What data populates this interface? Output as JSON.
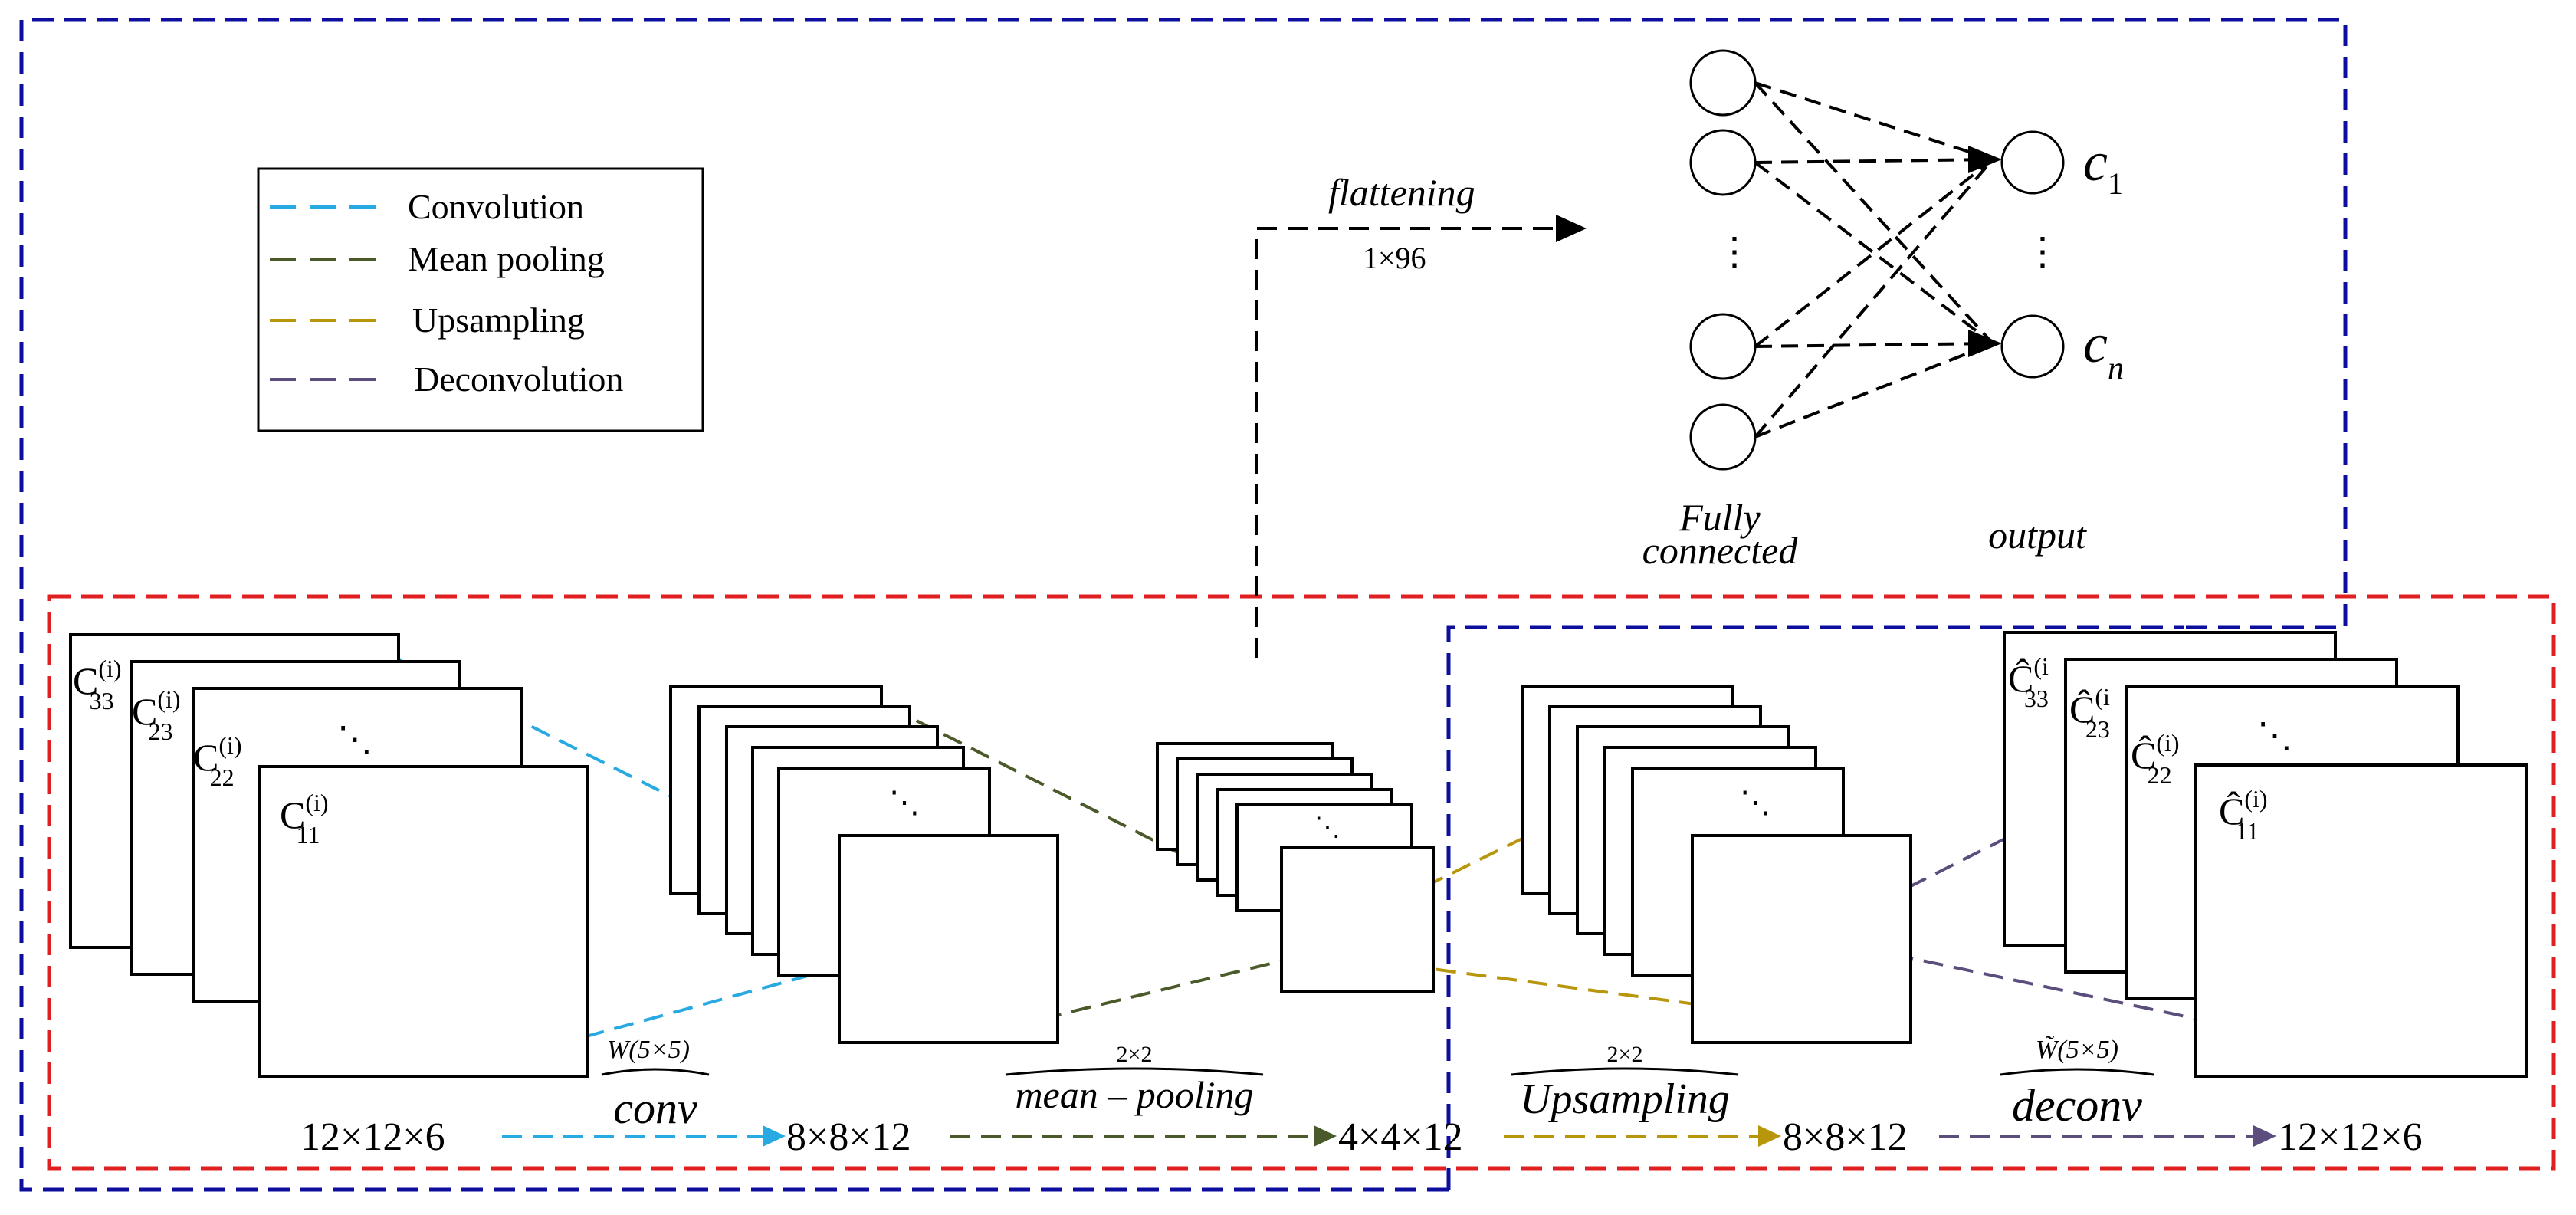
{
  "legend": {
    "items": [
      {
        "label": "Convolution",
        "color": "#27a9e1"
      },
      {
        "label": "Mean pooling",
        "color": "#4a5a2a"
      },
      {
        "label": "Upsampling",
        "color": "#b8960c"
      },
      {
        "label": "Deconvolution",
        "color": "#5c4e7c"
      }
    ]
  },
  "colors": {
    "encoder_box": "#0d0d9e",
    "autoencoder_box": "#e02020",
    "decoder_box": "#0d0d9e",
    "arrow_black": "#000000"
  },
  "flatten": {
    "label": "flattening",
    "size": "1×96"
  },
  "fc": {
    "label_line1": "Fully",
    "label_line2": "connected",
    "output_label": "output",
    "dots": "⋮",
    "out_c1_base": "c",
    "out_c1_sub": "1",
    "out_cn_base": "c",
    "out_cn_sub": "n"
  },
  "input_maps": {
    "labels": [
      {
        "base": "C",
        "sup": "(i)",
        "sub": "33"
      },
      {
        "base": "C",
        "sup": "(i)",
        "sub": "23"
      },
      {
        "base": "C",
        "sup": "(i)",
        "sub": "22"
      },
      {
        "base": "C",
        "sup": "(i)",
        "sub": "11"
      }
    ]
  },
  "output_maps": {
    "labels": [
      {
        "base": "Ĉ",
        "sup": "(i",
        "sub": "33"
      },
      {
        "base": "Ĉ",
        "sup": "(i",
        "sub": "23"
      },
      {
        "base": "Ĉ",
        "sup": "(i)",
        "sub": "22"
      },
      {
        "base": "Ĉ",
        "sup": "(i)",
        "sub": "11"
      }
    ]
  },
  "stages": {
    "s1": "12×12×6",
    "s2": "8×8×12",
    "s3": "4×4×12",
    "s4": "8×8×12",
    "s5": "12×12×6"
  },
  "ops": {
    "conv": {
      "top": "W(5×5)",
      "name": "conv"
    },
    "pool": {
      "top": "2×2",
      "name": "mean – pooling"
    },
    "up": {
      "top": "2×2",
      "name": "Upsampling"
    },
    "deconv": {
      "top": "W̃(5×5)",
      "name": "deconv"
    }
  },
  "dots": "⋱"
}
